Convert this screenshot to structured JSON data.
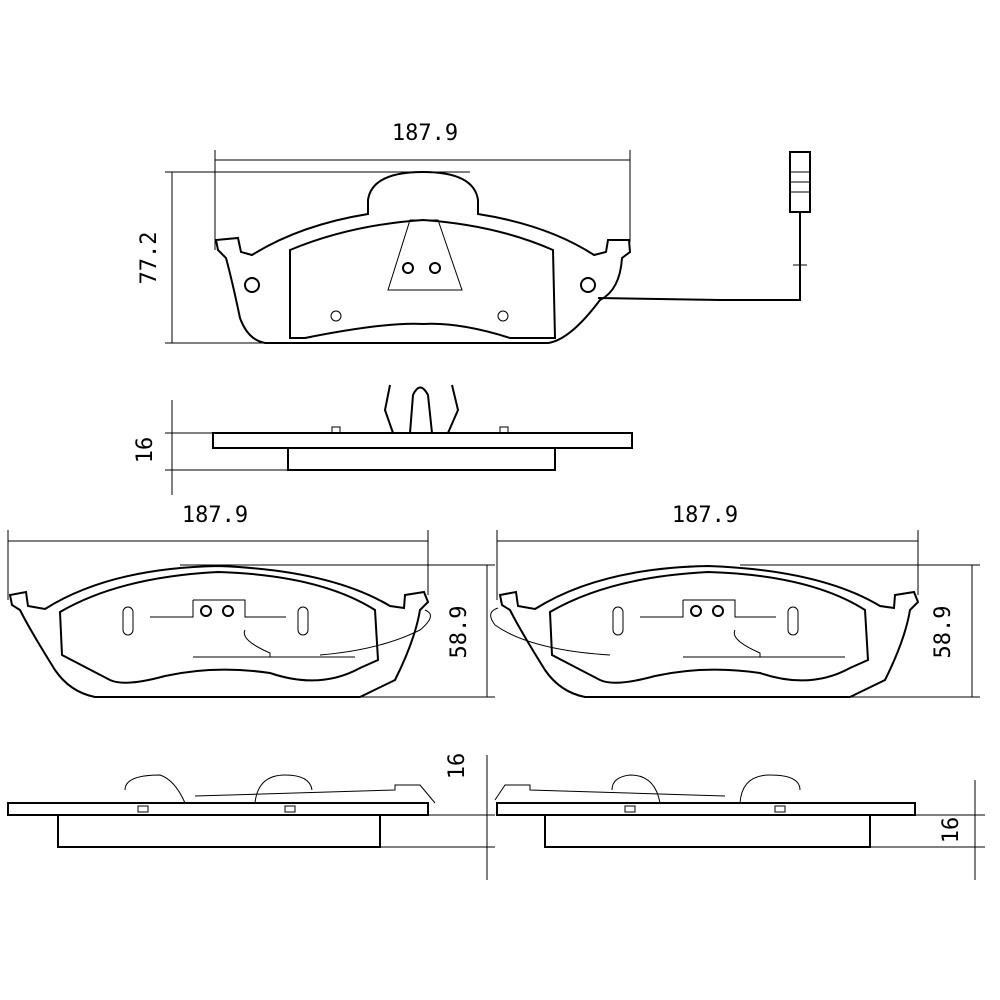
{
  "dimensions": {
    "top_view_width": "187.9",
    "top_view_height": "77.2",
    "top_side_thickness": "16",
    "left_pad_width": "187.9",
    "left_pad_height": "58.9",
    "left_side_thickness": "16",
    "right_pad_width": "187.9",
    "right_pad_height": "58.9",
    "right_side_thickness": "16"
  },
  "colors": {
    "line": "#000000",
    "background": "#ffffff"
  }
}
